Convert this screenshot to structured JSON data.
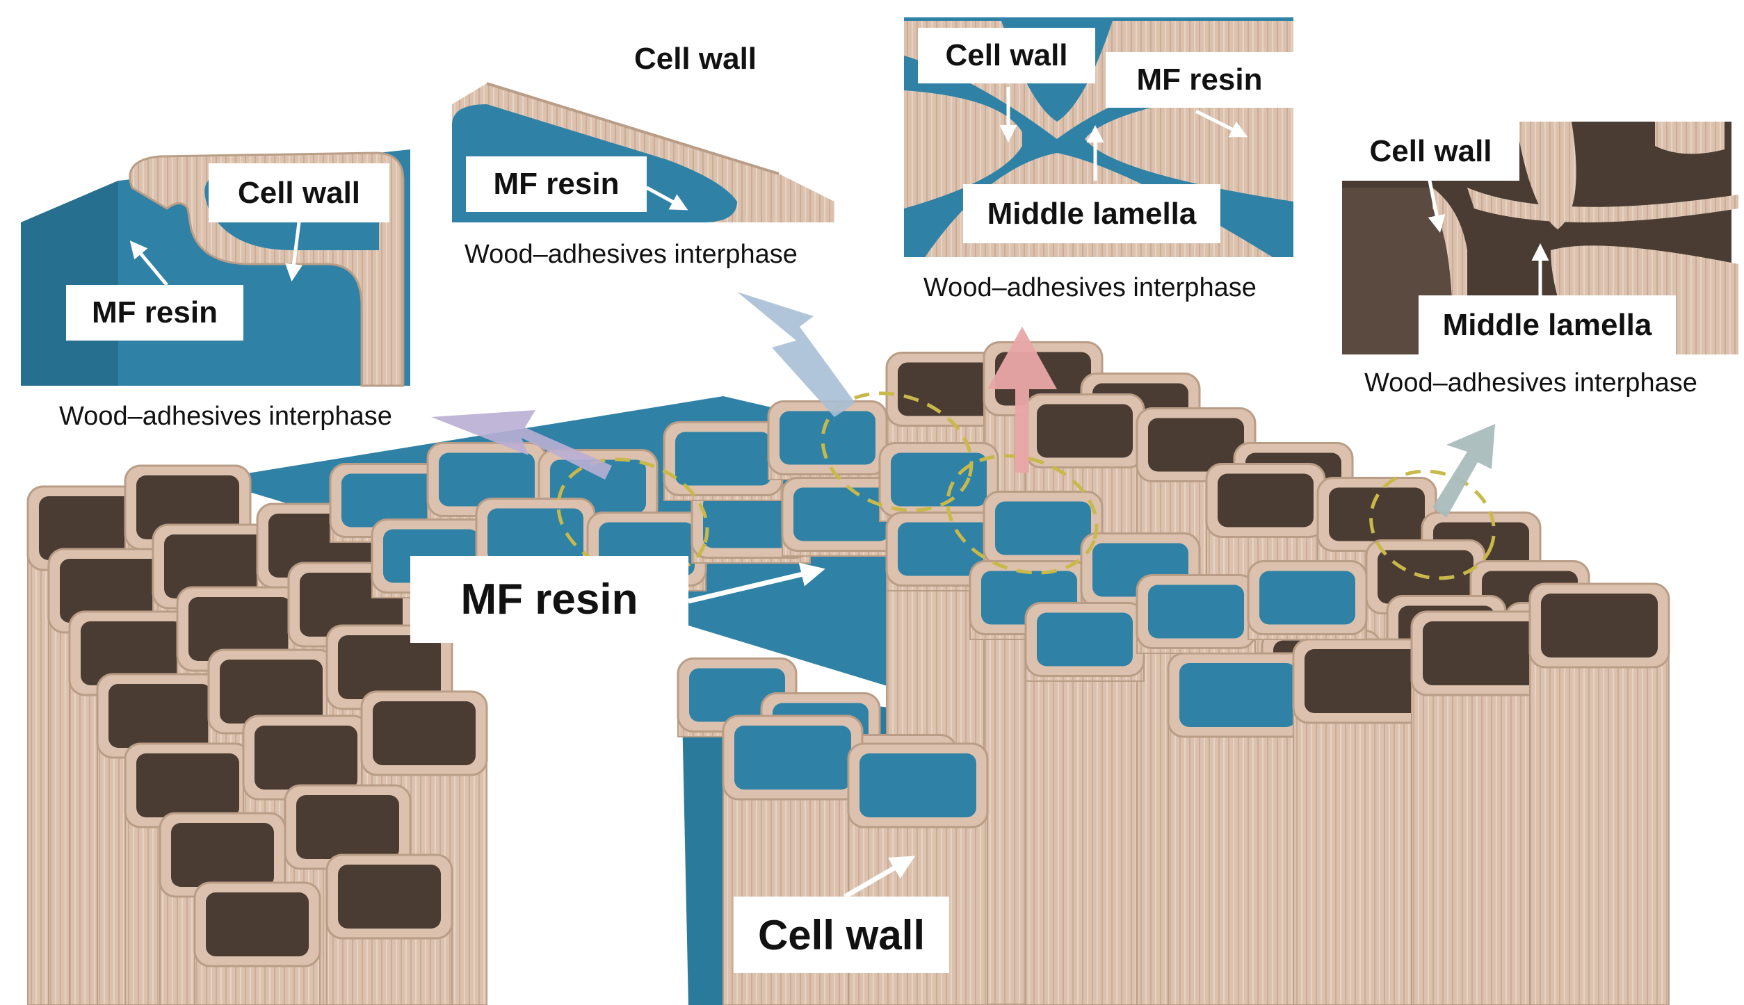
{
  "labels": {
    "panel1_cell_wall": "Cell wall",
    "panel1_mf_resin": "MF resin",
    "panel1_caption": "Wood–adhesives interphase",
    "panel2_cell_wall": "Cell wall",
    "panel2_mf_resin": "MF resin",
    "panel2_caption": "Wood–adhesives interphase",
    "panel3_cell_wall": "Cell wall",
    "panel3_mf_resin": "MF resin",
    "panel3_middle_lamella": "Middle lamella",
    "panel3_caption": "Wood–adhesives interphase",
    "panel4_cell_wall": "Cell wall",
    "panel4_middle_lamella": "Middle lamella",
    "panel4_caption": "Wood–adhesives interphase",
    "main_mf_resin": "MF resin",
    "main_cell_wall": "Cell wall"
  },
  "colors": {
    "resin": "#2f82a6",
    "resin_dark": "#1f6a8c",
    "wood": "#dcc2ae",
    "wood_dark": "#b99d86",
    "lumen": "#4a3c33",
    "arrow_purple": "#b9aed4",
    "arrow_blue": "#a9bfd6",
    "arrow_pink": "#e9a7a8",
    "arrow_gray": "#a9bcbb",
    "dashed_circle": "#c9b84a"
  }
}
